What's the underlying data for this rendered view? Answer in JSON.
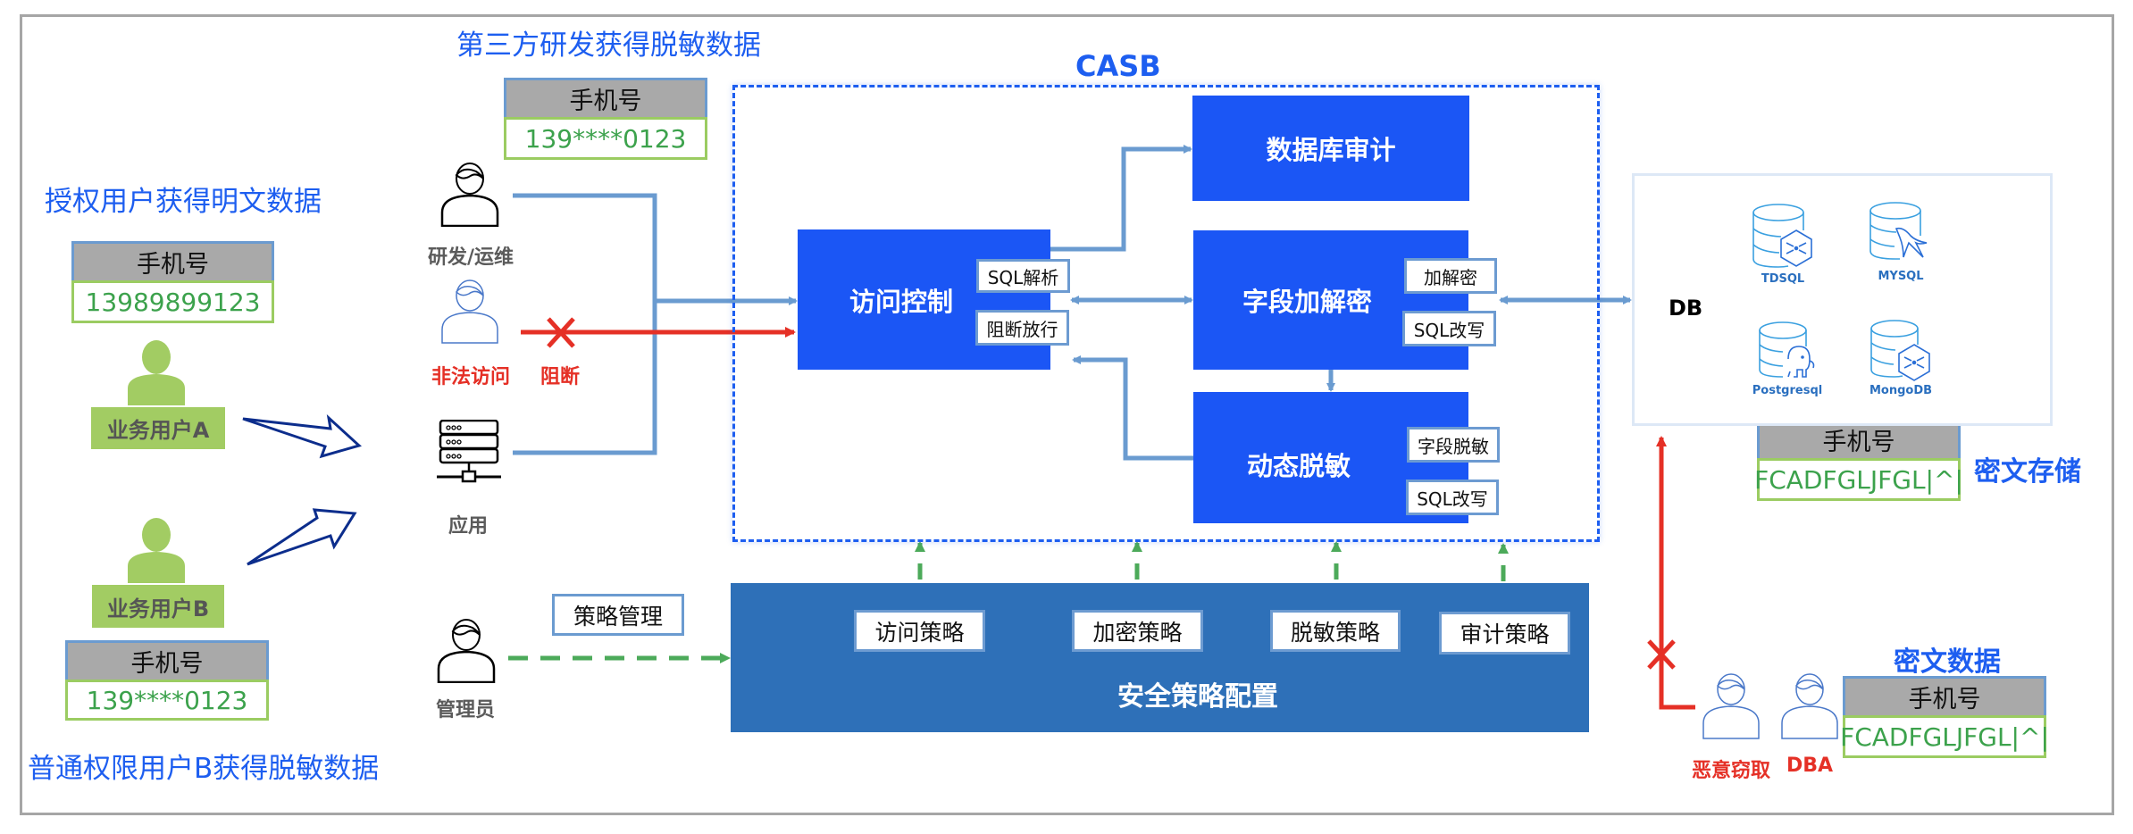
{
  "diagram": {
    "titles": {
      "third_party": "第三方研发获得脱敏数据",
      "authorized": "授权用户获得明文数据",
      "normal_user_b": "普通权限用户B获得脱敏数据",
      "casb": "CASB",
      "cipher_storage": "密文存储",
      "cipher_data": "密文数据"
    },
    "phone_tables": {
      "third_party": {
        "header": "手机号",
        "value": "139****0123"
      },
      "authorized": {
        "header": "手机号",
        "value": "13989899123"
      },
      "user_b": {
        "header": "手机号",
        "value": "139****0123"
      },
      "db_storage": {
        "header": "手机号",
        "value": "FCADFGLJFGL|^|"
      },
      "dba_view": {
        "header": "手机号",
        "value": "FCADFGLJFGL|^|"
      }
    },
    "actors": {
      "dev_ops": "研发/运维",
      "illegal_access": "非法访问",
      "blocked": "阻断",
      "application": "应用",
      "admin": "管理员",
      "business_user_a": "业务用户A",
      "business_user_b": "业务用户B",
      "malicious_theft": "恶意窃取",
      "dba": "DBA"
    },
    "casb_modules": {
      "access_control": {
        "label": "访问控制",
        "tags": [
          "SQL解析",
          "阻断放行"
        ]
      },
      "db_audit": {
        "label": "数据库审计"
      },
      "field_encryption": {
        "label": "字段加解密",
        "tags": [
          "加解密",
          "SQL改写"
        ]
      },
      "dynamic_masking": {
        "label": "动态脱敏",
        "tags": [
          "字段脱敏",
          "SQL改写"
        ]
      }
    },
    "policy": {
      "panel_title": "安全策略配置",
      "management": "策略管理",
      "items": [
        "访问策略",
        "加密策略",
        "脱敏策略",
        "审计策略"
      ]
    },
    "database": {
      "label": "DB",
      "engines": [
        "TDSQL",
        "MYSQL",
        "Postgresql",
        "MongoDB"
      ]
    },
    "colors": {
      "title_blue": "#1d5ef0",
      "module_blue": "#1b56f5",
      "panel_blue": "#2e70b8",
      "connector_blue": "#6a9bd0",
      "policy_green": "#4caa5a",
      "alert_red": "#e53026",
      "user_green": "#a2cc63",
      "masked_green": "#3ca24c"
    }
  }
}
